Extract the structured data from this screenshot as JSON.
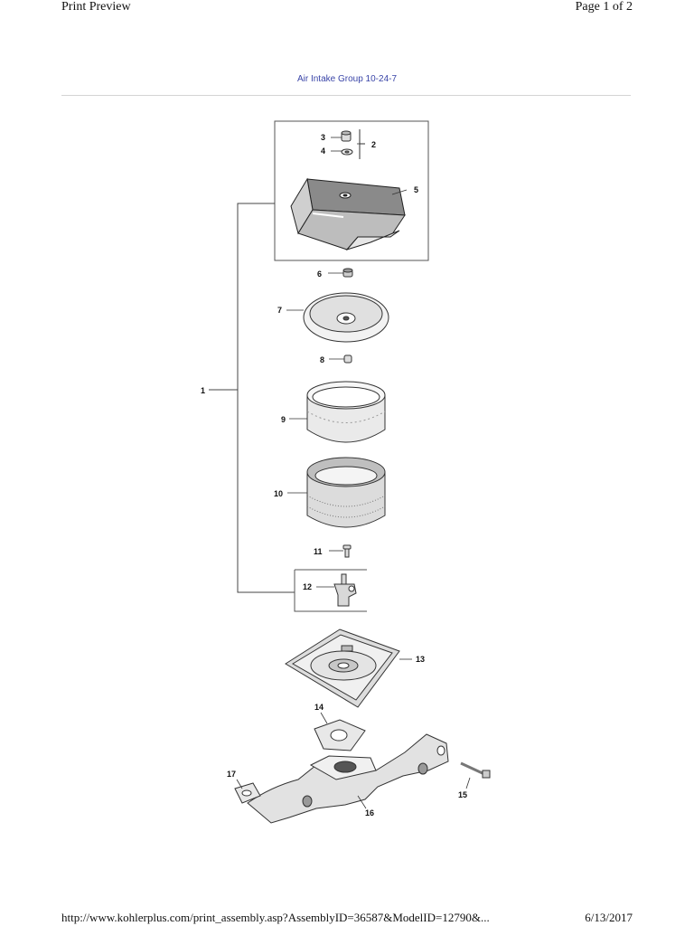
{
  "header": {
    "left": "Print Preview",
    "right": "Page 1 of 2"
  },
  "document": {
    "title": "Air Intake Group 10-24-7"
  },
  "diagram": {
    "callouts": [
      "1",
      "2",
      "3",
      "4",
      "5",
      "6",
      "7",
      "8",
      "9",
      "10",
      "11",
      "12",
      "13",
      "14",
      "15",
      "16",
      "17"
    ]
  },
  "footer": {
    "url": "http://www.kohlerplus.com/print_assembly.asp?AssemblyID=36587&ModelID=12790&...",
    "date": "6/13/2017"
  }
}
